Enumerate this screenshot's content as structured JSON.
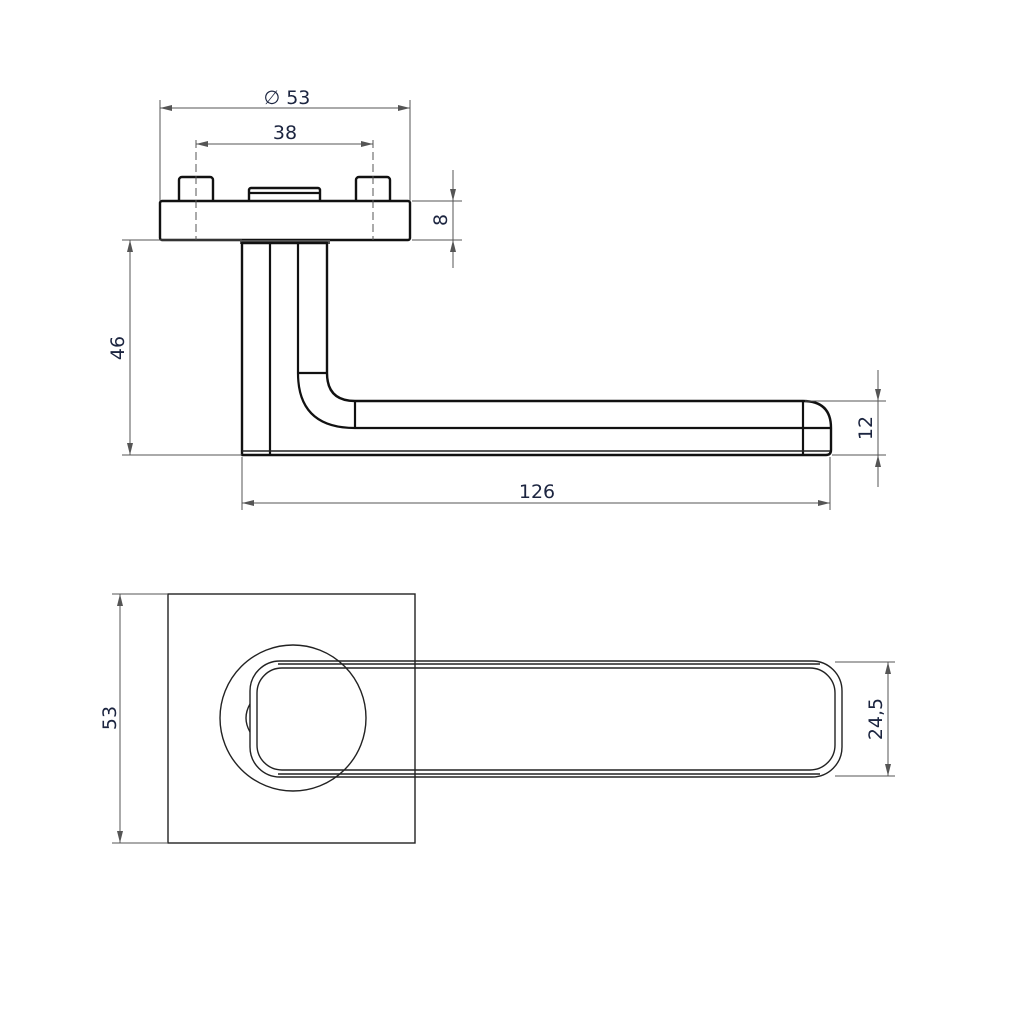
{
  "drawing": {
    "side_view": {
      "rose_diameter_label": "∅ 53",
      "pin_spacing_label": "38",
      "rose_thickness_label": "8",
      "projection_label": "46",
      "lever_thickness_label": "12",
      "lever_length_label": "126"
    },
    "top_view": {
      "plate_size_label": "53",
      "lever_width_label": "24,5"
    },
    "colors": {
      "line": "#111111",
      "dimension": "#555555",
      "text": "#1c2540"
    }
  }
}
